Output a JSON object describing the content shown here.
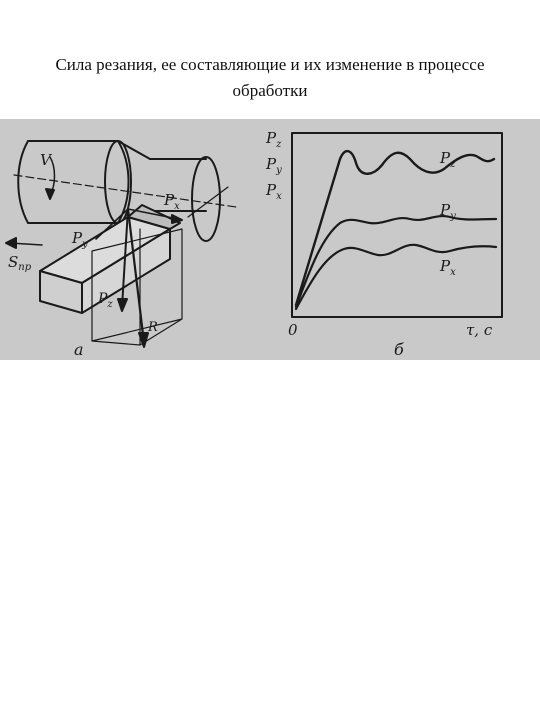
{
  "page": {
    "title_line1": "Сила резания, ее составляющие и их изменение в процессе",
    "title_line2": "обработки"
  },
  "figure_a": {
    "label": "а",
    "v_label": "V",
    "feed_label": "S",
    "feed_sub": "пр",
    "px": {
      "main": "P",
      "sub": "x"
    },
    "py": {
      "main": "P",
      "sub": "y"
    },
    "pz": {
      "main": "P",
      "sub": "z"
    },
    "r_label": "R"
  },
  "figure_b": {
    "label": "б",
    "y_axis_labels": [
      {
        "main": "P",
        "sub": "z"
      },
      {
        "main": "P",
        "sub": "y"
      },
      {
        "main": "P",
        "sub": "x"
      }
    ],
    "origin_label": "0",
    "x_axis_label": "τ, с",
    "curve_labels": [
      {
        "main": "P",
        "sub": "z"
      },
      {
        "main": "P",
        "sub": "y"
      },
      {
        "main": "P",
        "sub": "x"
      }
    ]
  },
  "colors": {
    "figure_bg": "#c9c9c9",
    "ink": "#1a1a1a"
  }
}
